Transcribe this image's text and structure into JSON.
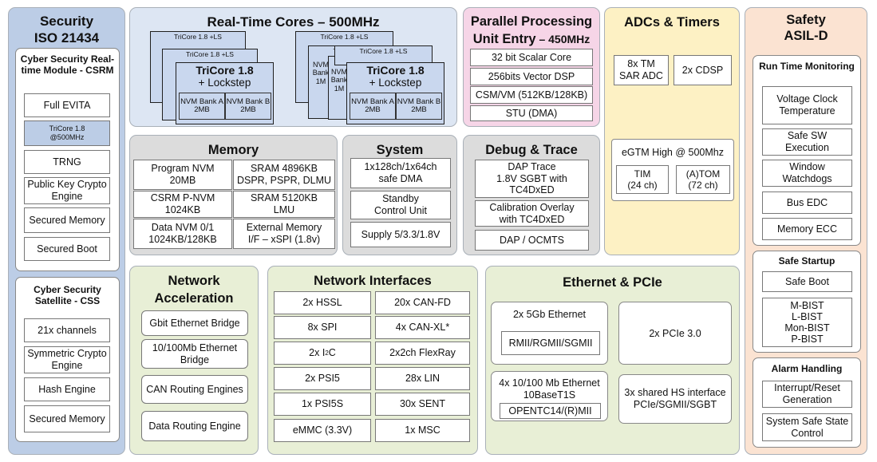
{
  "security": {
    "title": "Security",
    "subtitle": "ISO 21434",
    "csrm": {
      "title": "Cyber Security Real-time Module - CSRM",
      "items": [
        "Full EVITA",
        "TriCore 1.8 @500MHz",
        "TRNG",
        "Public Key Crypto Engine",
        "Secured Memory",
        "Secured Boot"
      ]
    },
    "css": {
      "title": "Cyber Security Satellite - CSS",
      "items": [
        "21x channels",
        "Symmetric Crypto Engine",
        "Hash Engine",
        "Secured Memory"
      ]
    }
  },
  "rt_cores": {
    "title": "Real-Time Cores – 500MHz",
    "back_label": "TriCore 1.8 +LS",
    "core_title": "TriCore 1.8",
    "core_subtitle": "+ Lockstep",
    "nvm_a": "NVM Bank A 2MB",
    "nvm_b": "NVM Bank B 2MB",
    "partial_nvm": "NVM",
    "partial_bank": "Bank",
    "partial_1m": "1M"
  },
  "ppu": {
    "title_line1": "Parallel Processing",
    "title_line2_a": "Unit Entry",
    "title_line2_b": " – 450MHz",
    "items": [
      "32 bit Scalar Core",
      "256bits Vector DSP",
      "CSM/VM (512KB/128KB)",
      "STU (DMA)"
    ]
  },
  "adc": {
    "title": "ADCs & Timers",
    "tm_line1": "8x TM",
    "tm_line2": "SAR ADC",
    "cdsp": "2x CDSP",
    "egtm_title": "eGTM High @ 500Mhz",
    "tim_line1": "TIM",
    "tim_line2": "(24 ch)",
    "atom_line1": "(A)TOM",
    "atom_line2": "(72 ch)"
  },
  "safety": {
    "title": "Safety",
    "subtitle": "ASIL-D",
    "rtm": {
      "title": "Run Time Monitoring",
      "items": [
        "Voltage Clock Temperature",
        "Safe SW Execution",
        "Window Watchdogs",
        "Bus EDC",
        "Memory ECC"
      ]
    },
    "startup": {
      "title": "Safe Startup",
      "safe_boot": "Safe Boot",
      "bist": [
        "M-BIST",
        "L-BIST",
        "Mon-BIST",
        "P-BIST"
      ]
    },
    "alarm": {
      "title": "Alarm Handling",
      "items": [
        "Interrupt/Reset Generation",
        "System Safe State Control"
      ]
    }
  },
  "memory": {
    "title": "Memory",
    "items": [
      [
        "Program NVM",
        "20MB"
      ],
      [
        "SRAM 4896KB",
        "DSPR, PSPR, DLMU"
      ],
      [
        "CSRM P-NVM",
        "1024KB"
      ],
      [
        "SRAM 5120KB",
        "LMU"
      ],
      [
        "Data NVM 0/1",
        "1024KB/128KB"
      ],
      [
        "External Memory",
        "I/F – xSPI (1.8v)"
      ]
    ]
  },
  "system": {
    "title": "System",
    "items": [
      [
        "1x128ch/1x64ch",
        "safe DMA"
      ],
      [
        "Standby",
        "Control Unit"
      ],
      [
        "Supply 5/3.3/1.8V"
      ]
    ]
  },
  "debug": {
    "title": "Debug & Trace",
    "items": [
      [
        "DAP Trace",
        "1.8V SGBT with",
        "TC4DxED"
      ],
      [
        "Calibration Overlay",
        "with TC4DxED"
      ],
      [
        "DAP / OCMTS"
      ]
    ]
  },
  "net_accel": {
    "title_line1": "Network",
    "title_line2": "Acceleration",
    "items": [
      "Gbit Ethernet Bridge",
      "10/100Mb Ethernet Bridge",
      "CAN Routing Engines",
      "Data Routing Engine"
    ]
  },
  "net_if": {
    "title": "Network Interfaces",
    "left": [
      "2x HSSL",
      "8x SPI",
      "2x I",
      "2x PSI5",
      "1x PSI5S",
      "eMMC (3.3V)"
    ],
    "i2c_sup": "2",
    "i2c_suffix": "C",
    "right": [
      "20x CAN-FD",
      "4x CAN-XL*",
      "2x2ch FlexRay",
      "28x LIN",
      "30x SENT",
      "1x MSC"
    ]
  },
  "eth": {
    "title": "Ethernet & PCIe",
    "g5_title": "2x 5Gb Ethernet",
    "g5_sub": "RMII/RGMII/SGMII",
    "pcie": "2x PCIe 3.0",
    "m100_line1": "4x 10/100 Mb Ethernet",
    "m100_line2": "10BaseT1S",
    "m100_sub": "OPENTC14/(R)MII",
    "hs_line1": "3x shared HS interface",
    "hs_line2": "PCIe/SGMII/SGBT"
  },
  "colors": {
    "security_bg": "#bccde6",
    "rt_cores_bg": "#dde6f3",
    "core_fill": "#c9d7ee",
    "ppu_bg": "#f6d5e7",
    "adc_bg": "#fdf1c4",
    "safety_bg": "#fbe3d2",
    "gray_bg": "#dcdcdc",
    "green_bg": "#e8efd6"
  }
}
